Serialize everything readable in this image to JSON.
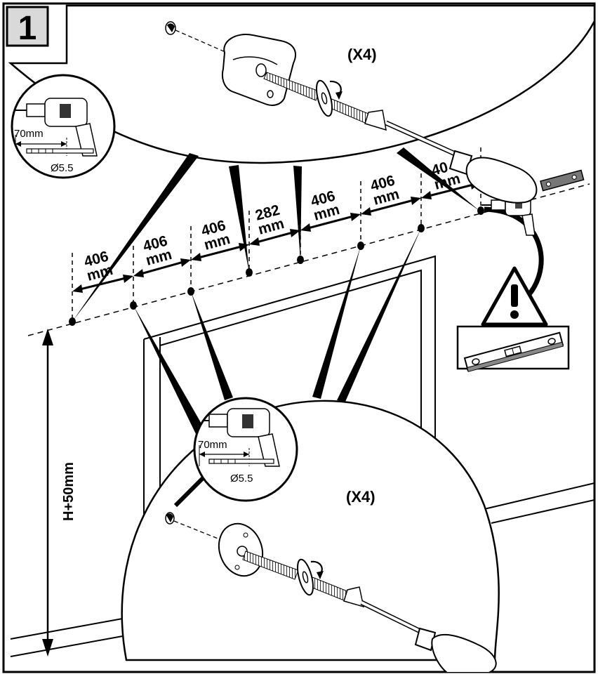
{
  "step": {
    "number": "1"
  },
  "upper_detail": {
    "quantity": "(X4)",
    "drill": {
      "depth": "70mm",
      "bit": "Ø5.5"
    }
  },
  "lower_detail": {
    "quantity": "(X4)",
    "drill": {
      "depth": "70mm",
      "bit": "Ø5.5"
    }
  },
  "spacings": [
    {
      "value": "406",
      "unit": "mm"
    },
    {
      "value": "406",
      "unit": "mm"
    },
    {
      "value": "406",
      "unit": "mm"
    },
    {
      "value": "282",
      "unit": "mm"
    },
    {
      "value": "406",
      "unit": "mm"
    },
    {
      "value": "406",
      "unit": "mm"
    },
    {
      "value": "40",
      "unit": "mm"
    }
  ],
  "height": {
    "label": "H+50mm"
  },
  "warning": {
    "icon": "warning-triangle-icon"
  }
}
